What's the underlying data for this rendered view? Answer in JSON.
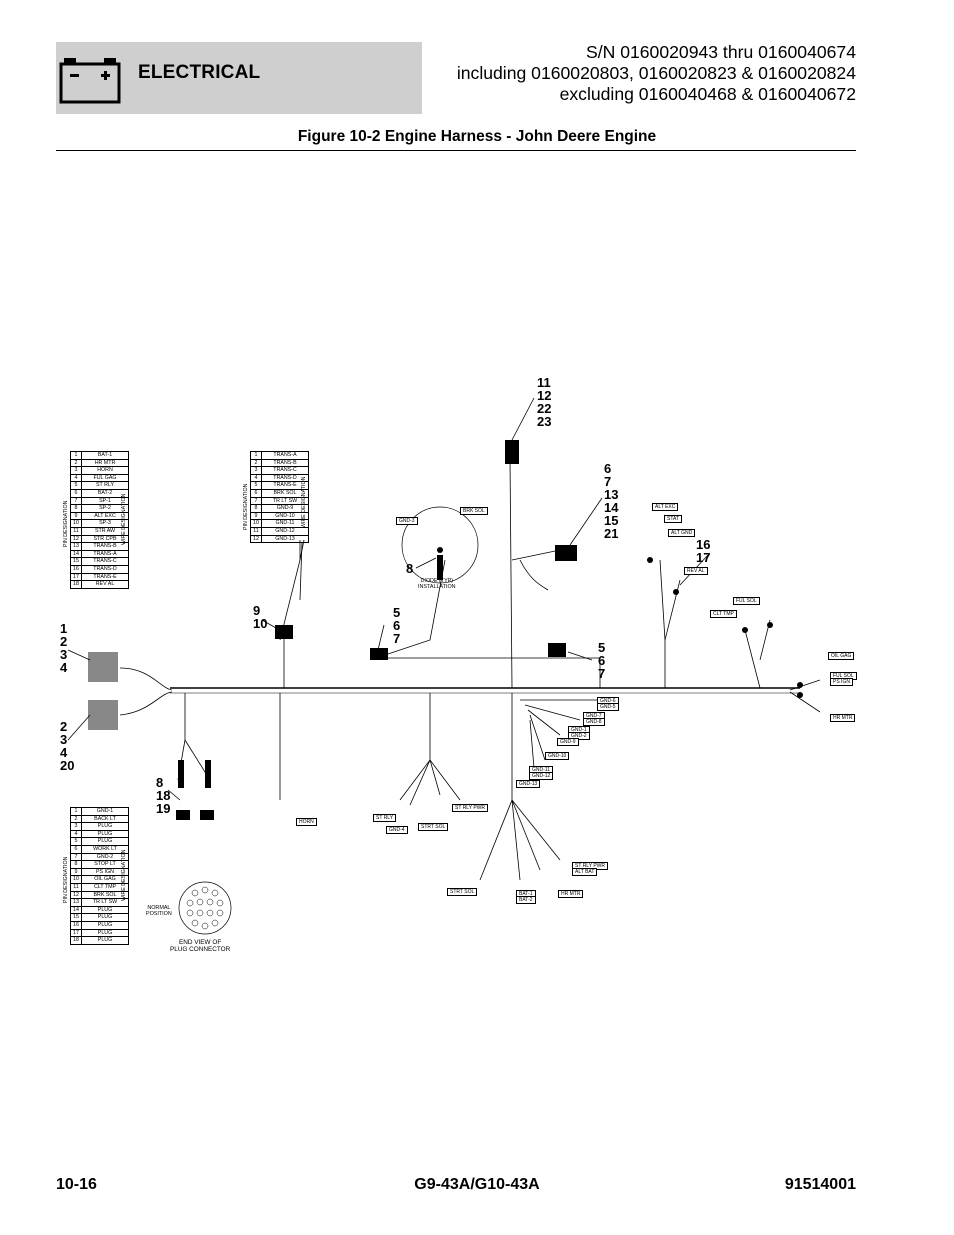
{
  "header": {
    "section": "ELECTRICAL",
    "serial_lines": [
      "S/N 0160020943 thru 0160040674",
      "including 0160020803, 0160020823 & 0160020824",
      "excluding 0160040468 & 0160040672"
    ],
    "battery_symbols": [
      "−",
      "+"
    ]
  },
  "figure_title": "Figure 10-2 Engine Harness - John Deere Engine",
  "pin_header": "PIN DESIGNATION",
  "wire_header": "WIRE DESIGNATION",
  "table_a": {
    "rows": [
      [
        "1",
        "BAT-1"
      ],
      [
        "2",
        "HR MTR"
      ],
      [
        "3",
        "HORN"
      ],
      [
        "4",
        "FUL GAG"
      ],
      [
        "5",
        "ST RLY"
      ],
      [
        "6",
        "BAT-2"
      ],
      [
        "7",
        "SP-1"
      ],
      [
        "8",
        "SP-2"
      ],
      [
        "9",
        "ALT EXC"
      ],
      [
        "10",
        "SP-3"
      ],
      [
        "11",
        "STR AW"
      ],
      [
        "12",
        "STR CPB"
      ],
      [
        "13",
        "TRANS-B"
      ],
      [
        "14",
        "TRANS-A"
      ],
      [
        "15",
        "TRANS-C"
      ],
      [
        "16",
        "TRANS-D"
      ],
      [
        "17",
        "TRANS-E"
      ],
      [
        "18",
        "REV AL"
      ]
    ]
  },
  "table_b": {
    "rows": [
      [
        "1",
        "TRANS-A"
      ],
      [
        "2",
        "TRANS-B"
      ],
      [
        "3",
        "TRANS-C"
      ],
      [
        "4",
        "TRANS-D"
      ],
      [
        "5",
        "TRANS-E"
      ],
      [
        "6",
        "BRK SOL"
      ],
      [
        "7",
        "TR LT SW"
      ],
      [
        "8",
        "GND-9"
      ],
      [
        "9",
        "GND-10"
      ],
      [
        "10",
        "GND-11"
      ],
      [
        "11",
        "GND-12"
      ],
      [
        "12",
        "GND-13"
      ]
    ]
  },
  "table_c": {
    "rows": [
      [
        "1",
        "GND-1"
      ],
      [
        "2",
        "BACK LT"
      ],
      [
        "3",
        "PLUG"
      ],
      [
        "4",
        "PLUG"
      ],
      [
        "5",
        "PLUG"
      ],
      [
        "6",
        "WORK LT"
      ],
      [
        "7",
        "GND-2"
      ],
      [
        "8",
        "STOP LT"
      ],
      [
        "9",
        "PS IGN"
      ],
      [
        "10",
        "OIL GAG"
      ],
      [
        "11",
        "CLT TMP"
      ],
      [
        "12",
        "BRK SOL"
      ],
      [
        "13",
        "TR LT SW"
      ],
      [
        "14",
        "PLUG"
      ],
      [
        "15",
        "PLUG"
      ],
      [
        "16",
        "PLUG"
      ],
      [
        "17",
        "PLUG"
      ],
      [
        "18",
        "PLUG"
      ]
    ]
  },
  "callouts": {
    "c_left_upper": [
      "1",
      "2",
      "3",
      "4"
    ],
    "c_left_lower": [
      "2",
      "3",
      "4",
      "20"
    ],
    "c_9_10": [
      "9",
      "10"
    ],
    "c_8_18_19": [
      "8",
      "18",
      "19"
    ],
    "c_5_6_7_a": [
      "5",
      "6",
      "7"
    ],
    "c_8": [
      "8"
    ],
    "c_11_23": [
      "11",
      "12",
      "22",
      "23"
    ],
    "c_6_21": [
      "6",
      "7",
      "13",
      "14",
      "15",
      "21"
    ],
    "c_16_17": [
      "16",
      "17"
    ],
    "c_5_6_7_b": [
      "5",
      "6",
      "7"
    ]
  },
  "notes": {
    "diode": [
      "DIODE (TYP)",
      "INSTALLATION"
    ],
    "end_view": [
      "END VIEW OF",
      "PLUG CONNECTOR"
    ],
    "normal_position": [
      "NORMAL",
      "POSITION"
    ]
  },
  "labels": {
    "horn": "HORN",
    "st_rly": "ST RLY",
    "gnd_4": "GND-4",
    "strt_sol": "STRT SOL",
    "st_rly_pwr": "ST RLY PWR",
    "ctrl_sol": "STRT SOL",
    "bat_1": "BAT-1",
    "bat_2": "BAT-2",
    "hr_mtr": "HR MTR",
    "st_rly_pwr2": "ST RLY PWR",
    "alt_bat": "ALT BAT",
    "alt_exc": "ALT EXC",
    "stator": "STAT",
    "alt_gnd": "ALT GND",
    "rev_al": "REV AL",
    "clt_tmp": "CLT TMP",
    "ful_sol": "FUL SOL",
    "oil_gag": "OIL GAG",
    "ful_sol2": "FUL SOL",
    "ps_ign": "PS IGN",
    "hr_mtr2": "HR MTR",
    "gnd_3": "GND-3",
    "brk_sol": "BRK SOL",
    "gnd_a": "GND-6",
    "gnd_b": "GND-5",
    "gnd_c": "GND-7",
    "gnd_d": "GND-8",
    "gnd_e": "GND-1",
    "gnd_f": "GND-2",
    "gnd_g": "GND-9",
    "gnd_h": "GND-10",
    "gnd_i": "GND-11",
    "gnd_j": "GND-12",
    "gnd_k": "GND-13"
  },
  "footer": {
    "page": "10-16",
    "model": "G9-43A/G10-43A",
    "part_no": "91514001"
  }
}
